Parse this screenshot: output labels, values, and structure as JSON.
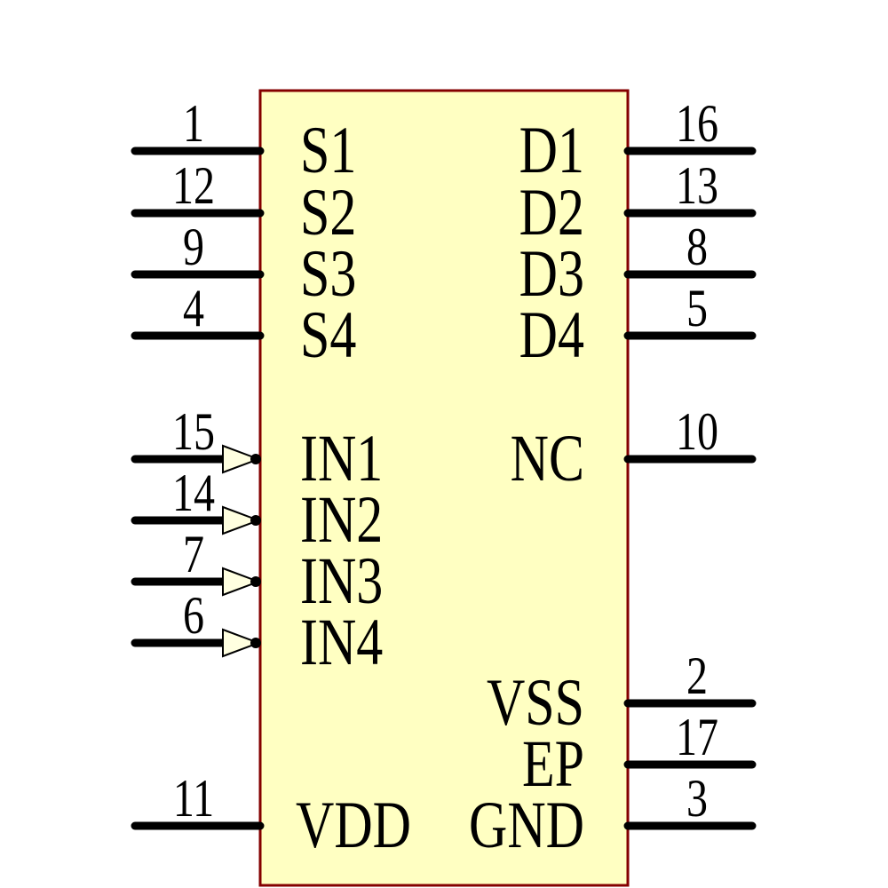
{
  "component": {
    "kind": "ic-schematic-symbol",
    "body_fill": "#FFFFC2",
    "body_border": "#840000",
    "pin_color": "#000000",
    "text_color": "#000000",
    "arrow_fill": "#FFFFE0"
  },
  "pins": {
    "left": [
      {
        "name": "S1",
        "number": "1",
        "arrow": false
      },
      {
        "name": "S2",
        "number": "12",
        "arrow": false
      },
      {
        "name": "S3",
        "number": "9",
        "arrow": false
      },
      {
        "name": "S4",
        "number": "4",
        "arrow": false
      },
      {
        "name": "IN1",
        "number": "15",
        "arrow": true
      },
      {
        "name": "IN2",
        "number": "14",
        "arrow": true
      },
      {
        "name": "IN3",
        "number": "7",
        "arrow": true
      },
      {
        "name": "IN4",
        "number": "6",
        "arrow": true
      },
      {
        "name": "VDD",
        "number": "11",
        "arrow": false
      }
    ],
    "right": [
      {
        "name": "D1",
        "number": "16",
        "arrow": false
      },
      {
        "name": "D2",
        "number": "13",
        "arrow": false
      },
      {
        "name": "D3",
        "number": "8",
        "arrow": false
      },
      {
        "name": "D4",
        "number": "5",
        "arrow": false
      },
      {
        "name": "NC",
        "number": "10",
        "arrow": false
      },
      {
        "name": "VSS",
        "number": "2",
        "arrow": false
      },
      {
        "name": "EP",
        "number": "17",
        "arrow": false
      },
      {
        "name": "GND",
        "number": "3",
        "arrow": false
      }
    ]
  }
}
